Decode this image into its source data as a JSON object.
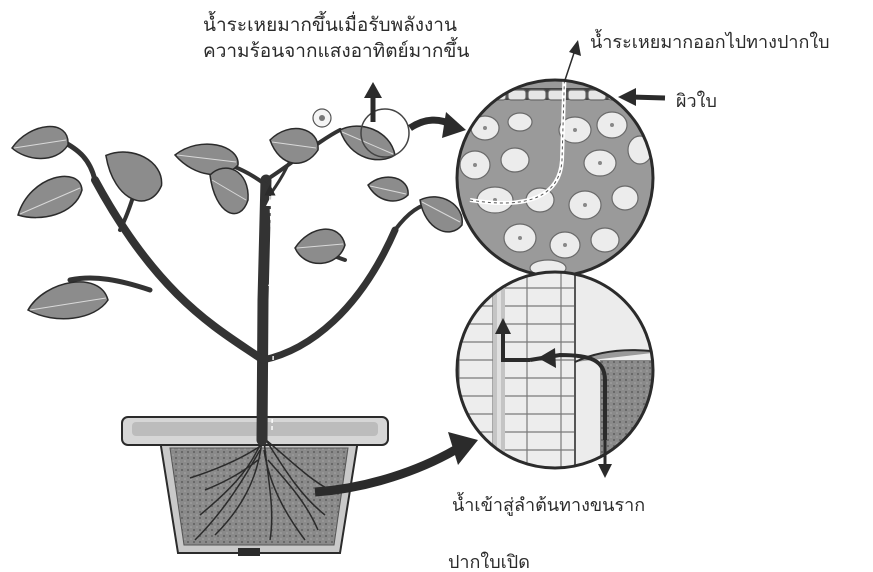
{
  "labels": {
    "evaporation_line1": "น้ำระเหยมากขึ้นเมื่อรับพลังงาน",
    "evaporation_line2": "ความร้อนจากแสงอาทิตย์มากขึ้น",
    "water_exits_stomata": "น้ำระเหยมากออกไปทางปากใบ",
    "leaf_epidermis": "ผิวใบ",
    "water_enters_root": "น้ำเข้าสู่ลำต้นทางขนราก",
    "stoma_open": "ปากใบเปิด"
  },
  "colors": {
    "line": "#2b2b2b",
    "stem": "#3a3a3a",
    "leaf": "#8c8c8c",
    "soil": "#7a7a7a",
    "pot": "#bdbdbd",
    "cell": "#e6e6e6",
    "cell_wall": "#6a6a6a"
  },
  "icons": [
    "sun-arrow-icon",
    "flower-icon"
  ]
}
